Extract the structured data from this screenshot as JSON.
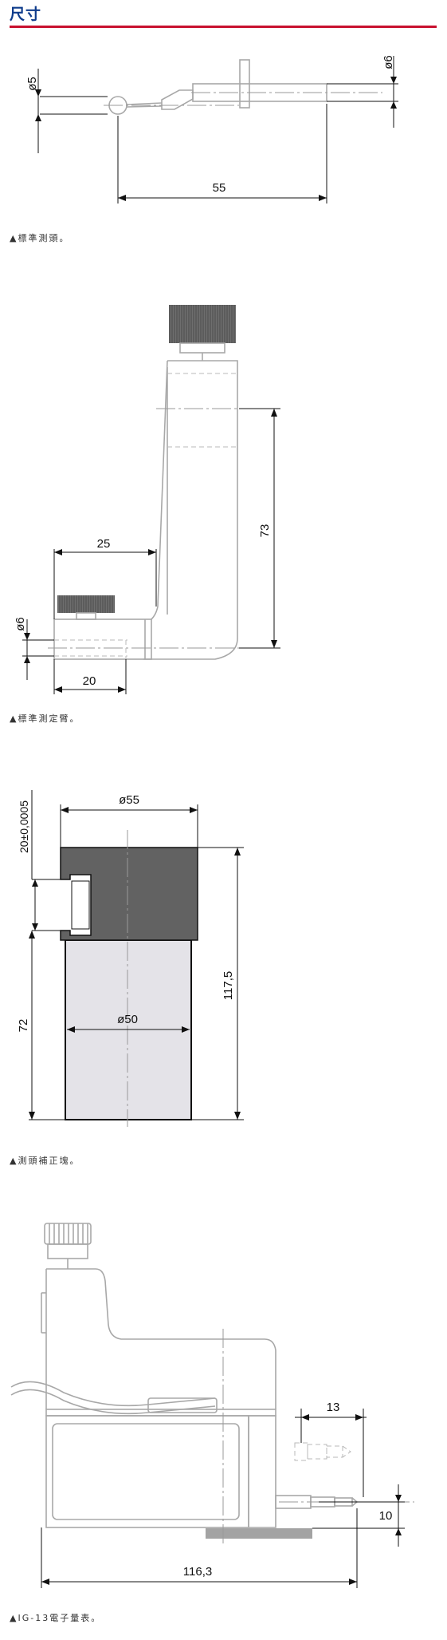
{
  "header": {
    "title": "尺寸",
    "accent_color": "#c8102e",
    "title_color": "#0f3c8c"
  },
  "figures": [
    {
      "caption": "▲標準測頭。",
      "dims": {
        "ball_diameter": "ø5",
        "shaft_diameter": "ø6",
        "length": "55"
      }
    },
    {
      "caption": "▲標準測定臂。",
      "dims": {
        "height": "73",
        "arm_length": "25",
        "tip_diameter": "ø6",
        "tip_length": "20"
      }
    },
    {
      "caption": "▲測頭補正塊。",
      "dims": {
        "top_diameter": "ø55",
        "slot_height": "20±0,0005",
        "body_height": "72",
        "total_height": "117,5",
        "body_diameter": "ø50"
      }
    },
    {
      "caption": "▲IG-13電子量表。",
      "dims": {
        "tip_length": "13",
        "tip_height": "10",
        "total_width": "116,3"
      }
    }
  ]
}
